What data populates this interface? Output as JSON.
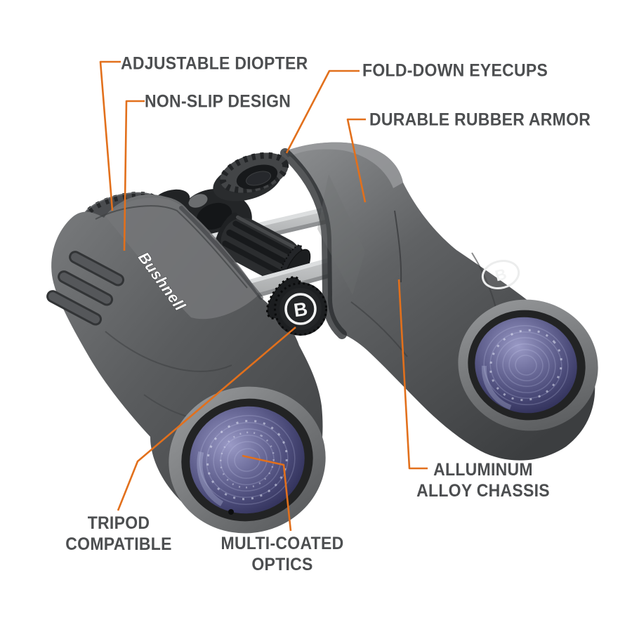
{
  "page": {
    "type": "product-feature-callout-diagram",
    "background": "#ffffff"
  },
  "product": {
    "name_on_body": "Bushnell",
    "focus_knob_letter": "B",
    "chassis_badge_letter": "B"
  },
  "colors": {
    "callout_line": "#e2701c",
    "label_text": "#4c4e50",
    "body_gray": "#5a5c5e",
    "chassis_gray": "#b7b9ba",
    "lens_glass": "#4a4a78"
  },
  "callouts": {
    "adjustable_diopter": {
      "text": "ADJUSTABLE DIOPTER"
    },
    "non_slip_design": {
      "text": "NON-SLIP DESIGN"
    },
    "fold_down_eyecups": {
      "text": "FOLD-DOWN EYECUPS"
    },
    "durable_rubber_armor": {
      "text": "DURABLE RUBBER ARMOR"
    },
    "aluminum_alloy_chassis": {
      "line1": "ALLUMINUM",
      "line2": "ALLOY CHASSIS"
    },
    "tripod_compatible": {
      "line1": "TRIPOD",
      "line2": "COMPATIBLE"
    },
    "multi_coated_optics": {
      "line1": "MULTI-COATED",
      "line2": "OPTICS"
    }
  }
}
